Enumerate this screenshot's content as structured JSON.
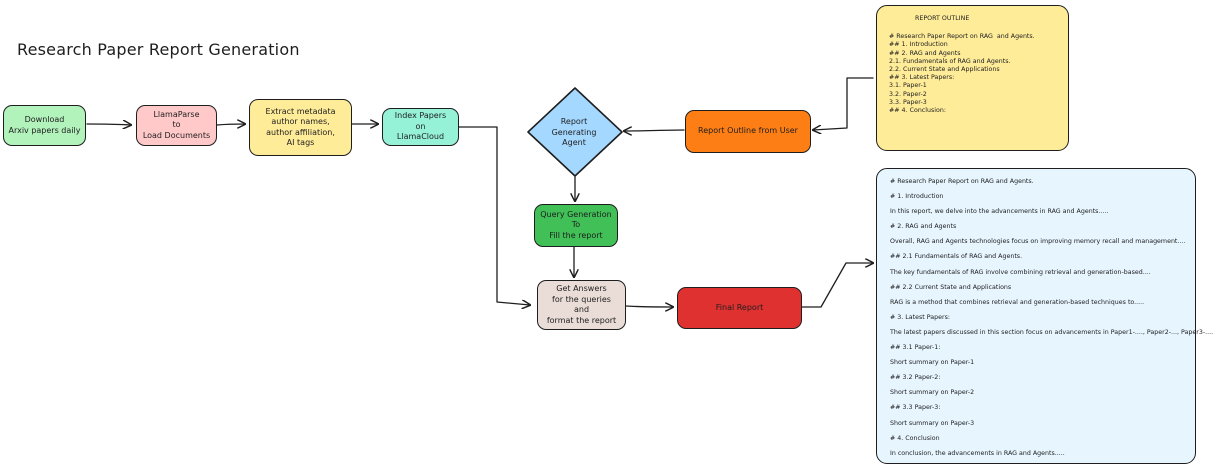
{
  "title": "Research Paper Report Generation",
  "nodes": {
    "download": "Download\nArxiv papers daily",
    "llamaparse": "LlamaParse\nto\nLoad Documents",
    "extract": "Extract metadata\nauthor names,\nauthor affiliation,\nAI tags",
    "index": "Index Papers\non\nLlamaCloud",
    "agent": "Report\nGenerating\nAgent",
    "outline_from_user": "Report Outline from User",
    "query_generation": "Query Generation\nTo\nFill the report",
    "get_answers": "Get Answers\nfor the queries\nand\nformat the report",
    "final_report": "Final Report"
  },
  "outline_note": {
    "heading": "REPORT OUTLINE",
    "lines": [
      "# Research Paper Report on RAG  and Agents.",
      "",
      "## 1. Introduction",
      "",
      "## 2. RAG and Agents",
      "2.1. Fundamentals of RAG and Agents.",
      "2.2. Current State and Applications",
      "",
      "## 3. Latest Papers:",
      "3.1. Paper-1",
      "3.2. Paper-2",
      "3.3. Paper-3",
      "",
      "## 4. Conclusion:"
    ]
  },
  "final_note": {
    "lines": [
      "# Research Paper Report on RAG and Agents.",
      "# 1. Introduction",
      "In this report, we delve into the advancements in RAG and Agents.....",
      "# 2. RAG and Agents",
      "Overall, RAG and Agents technologies focus on improving memory recall and management....",
      "## 2.1 Fundamentals of RAG and Agents.",
      "The key fundamentals of RAG involve combining retrieval and generation-based....",
      "## 2.2 Current State and Applications",
      "RAG is a method that combines retrieval and generation-based techniques to.....",
      "# 3. Latest Papers:",
      "The latest papers discussed in this section focus on advancements in Paper1-...., Paper2-..., Paper3-....",
      "## 3.1 Paper-1:",
      "Short summary on Paper-1",
      "## 3.2 Paper-2:",
      "Short summary on Paper-2",
      "## 3.3 Paper-3:",
      "Short summary on Paper-3",
      "# 4. Conclusion",
      "In conclusion, the advancements in RAG and Agents....."
    ]
  },
  "colors": {
    "download": "#b2f2bb",
    "llamaparse": "#ffc9c9",
    "extract": "#ffec99",
    "index": "#96f2d7",
    "agent": "#a5d8ff",
    "outline_from_user": "#fd7e14",
    "query_generation": "#40c057",
    "get_answers": "#eaddd7",
    "final_report": "#e03131",
    "outline_note": "#ffec99",
    "final_note": "#e7f5ff"
  }
}
